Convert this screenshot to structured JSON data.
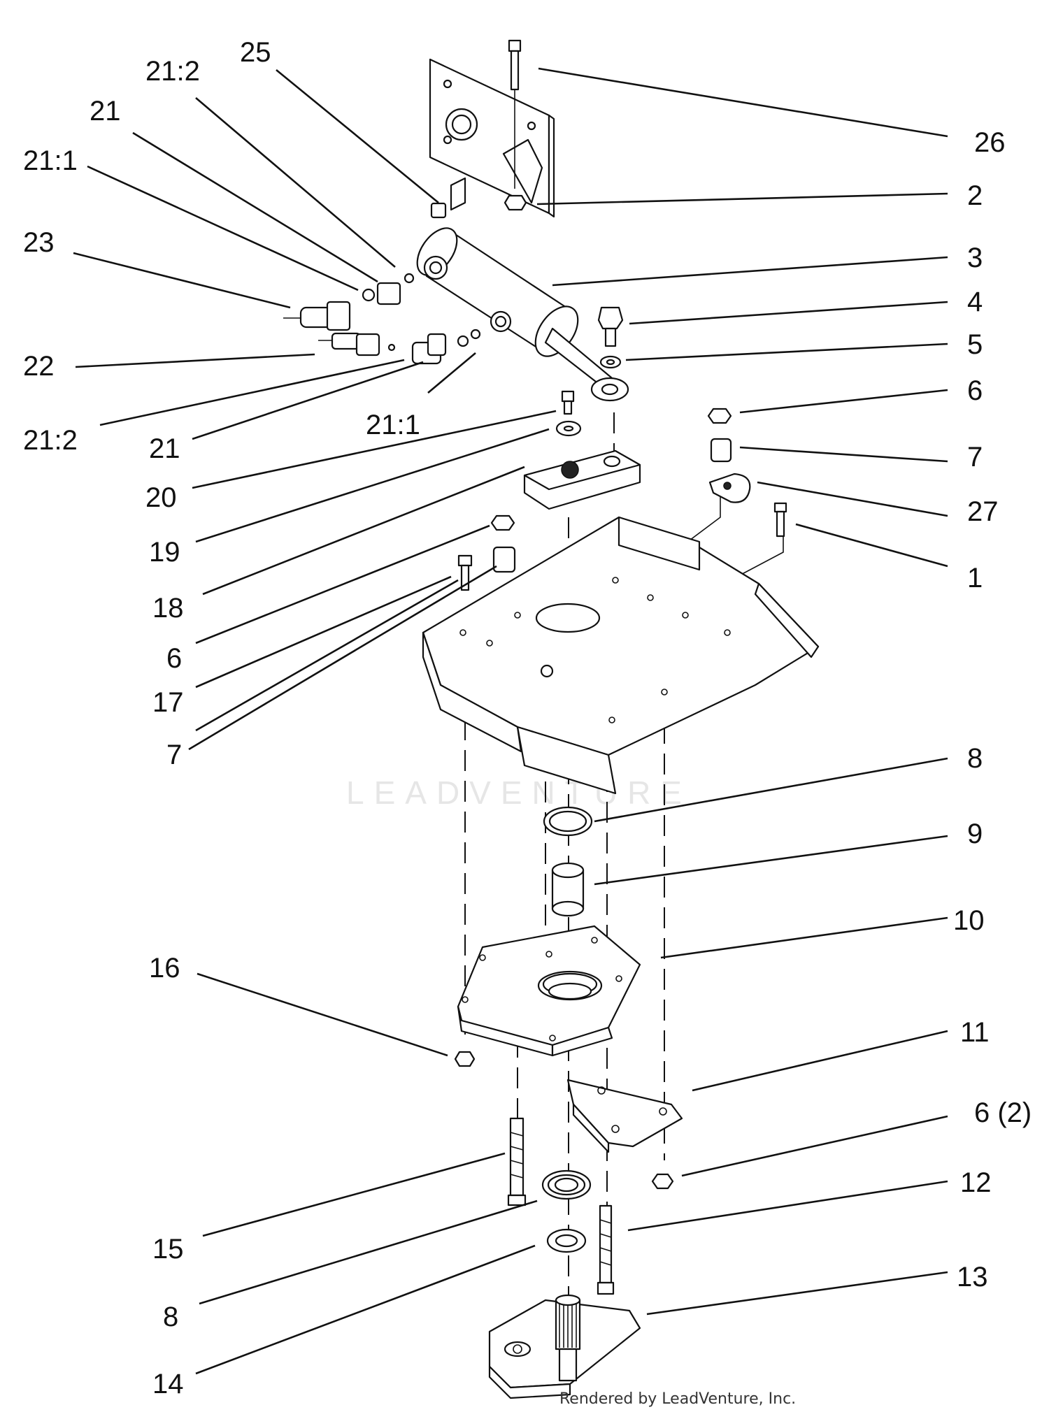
{
  "callouts": [
    "1",
    "2",
    "3",
    "4",
    "5",
    "6",
    "7",
    "8",
    "9",
    "10",
    "11",
    "12",
    "13",
    "14",
    "15",
    "16",
    "17",
    "18",
    "19",
    "20",
    "21",
    "22",
    "23",
    "25",
    "26",
    "27",
    "21:1",
    "21:2",
    "6 (2)"
  ],
  "watermark": "LEADVENTURE",
  "credit": "Rendered by LeadVenture, Inc."
}
